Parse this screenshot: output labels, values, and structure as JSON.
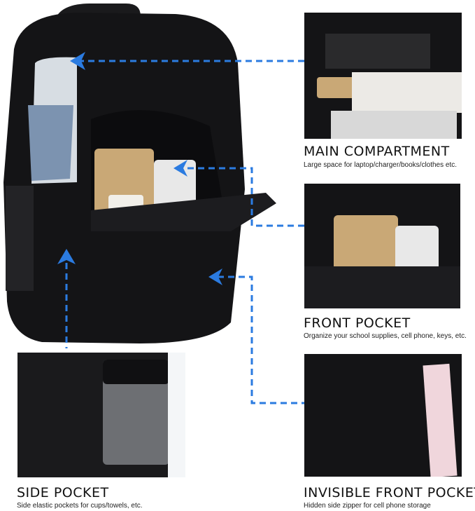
{
  "features": [
    {
      "title": "MAIN COMPARTMENT",
      "desc": "Large space for laptop/charger/books/clothes etc."
    },
    {
      "title": "FRONT POCKET",
      "desc": "Organize your school supplies, cell phone, keys, etc."
    },
    {
      "title": "SIDE POCKET",
      "desc": "Side elastic pockets for cups/towels, etc."
    },
    {
      "title": "INVISIBLE FRONT POCKET",
      "desc": "Hidden side zipper for cell phone storage"
    }
  ],
  "colors": {
    "arrow": "#2b7be0",
    "bag": "#141416"
  }
}
